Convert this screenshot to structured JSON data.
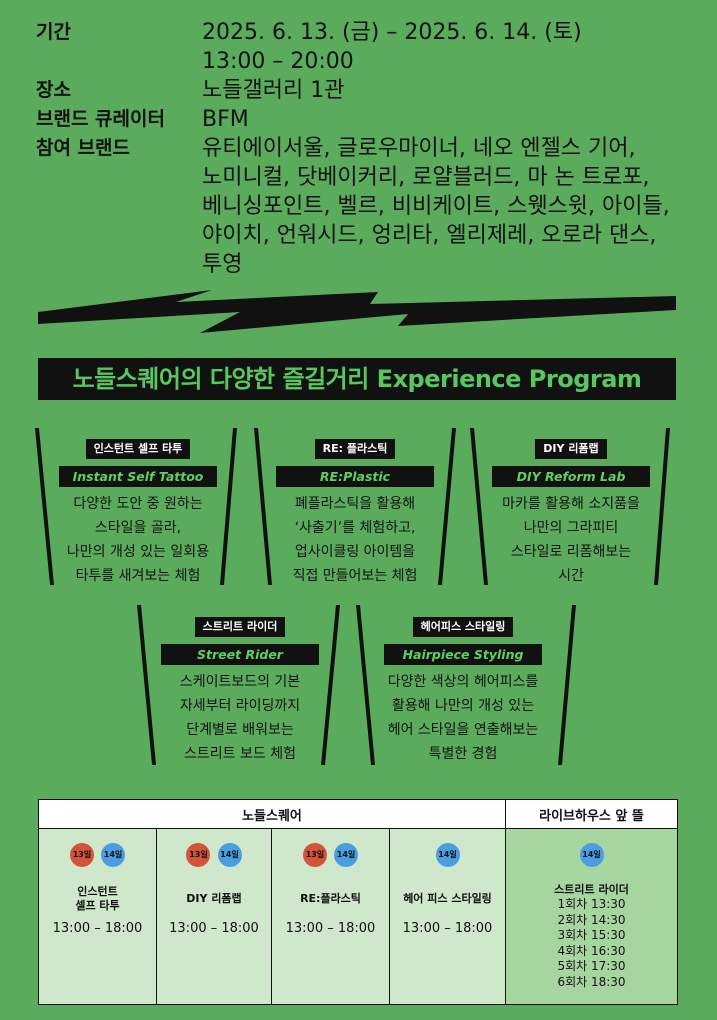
{
  "info": {
    "period_label": "기간",
    "period_line1": "2025. 6. 13. (금) – 2025. 6. 14. (토)",
    "period_line2": "13:00 – 20:00",
    "place_label": "장소",
    "place_value": "노들갤러리 1관",
    "curator_label": "브랜드 큐레이터",
    "curator_value": "BFM",
    "brands_label": "참여 브랜드",
    "brands_lines": [
      "유티에이서울, 글로우마이너, 네오 엔젤스 기어,",
      "노미니컬, 닷베이커리, 로얄블러드, 마 논 트로포,",
      "베니싱포인트, 벨르, 비비케이트, 스웻스윗, 아이들,",
      "야이치, 언워시드, 엉리타, 엘리제레, 오로라 댄스,",
      "투영"
    ]
  },
  "banner": "노들스퀘어의 다양한 즐길거리 Experience Program",
  "programs": [
    {
      "kr": "인스턴트 셀프 타투",
      "en": "Instant Self Tattoo",
      "desc": [
        "다양한 도안 중 원하는",
        "스타일을 골라,",
        "나만의 개성 있는 일회용",
        "타투를 새겨보는 체험"
      ]
    },
    {
      "kr": "RE: 플라스틱",
      "en": "RE:Plastic",
      "desc": [
        "폐플라스틱을 활용해",
        "‘사출기’를 체험하고,",
        "업사이클링 아이템을",
        "직접 만들어보는 체험"
      ]
    },
    {
      "kr": "DIY 리폼랩",
      "en": "DIY Reform Lab",
      "desc": [
        "마카를 활용해 소지품을",
        "나만의 그라피티",
        "스타일로 리폼해보는",
        "시간"
      ]
    },
    {
      "kr": "스트리트 라이더",
      "en": "Street Rider",
      "desc": [
        "스케이트보드의 기본",
        "자세부터 라이딩까지",
        "단계별로 배워보는",
        "스트리트 보드 체험"
      ]
    },
    {
      "kr": "헤어피스 스타일링",
      "en": "Hairpiece Styling",
      "desc": [
        "다양한 색상의 헤어피스를",
        "활용해 나만의 개성 있는",
        "헤어 스타일을 연출해보는",
        "특별한 경험"
      ]
    }
  ],
  "schedule": {
    "header_left": "노들스퀘어",
    "header_right": "라이브하우스 앞 뜰",
    "day13": "13일",
    "day14": "14일",
    "cells": [
      {
        "name": "인스턴트\n셀프 타투",
        "time": "13:00 – 18:00"
      },
      {
        "name": "DIY 리폼랩",
        "time": "13:00 – 18:00"
      },
      {
        "name": "RE:플라스틱",
        "time": "13:00 – 18:00"
      },
      {
        "name": "헤어 피스 스타일링",
        "time": "13:00 – 18:00"
      }
    ],
    "live": {
      "name": "스트리트 라이더",
      "sessions": [
        "1회차 13:30",
        "2회차 14:30",
        "3회차 15:30",
        "4회차 16:30",
        "5회차 17:30",
        "6회차 18:30"
      ]
    }
  }
}
